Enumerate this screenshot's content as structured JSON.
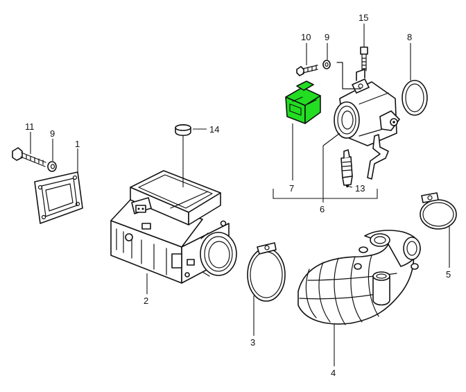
{
  "diagram": {
    "highlight_color": "#22dd22",
    "callouts": [
      {
        "id": "c1",
        "label": "1"
      },
      {
        "id": "c2",
        "label": "2"
      },
      {
        "id": "c3",
        "label": "3"
      },
      {
        "id": "c4",
        "label": "4"
      },
      {
        "id": "c5",
        "label": "5"
      },
      {
        "id": "c6",
        "label": "6"
      },
      {
        "id": "c7",
        "label": "7"
      },
      {
        "id": "c8",
        "label": "8"
      },
      {
        "id": "c9a",
        "label": "9"
      },
      {
        "id": "c9b",
        "label": "9"
      },
      {
        "id": "c10",
        "label": "10"
      },
      {
        "id": "c11",
        "label": "11"
      },
      {
        "id": "c13",
        "label": "13"
      },
      {
        "id": "c14",
        "label": "14"
      },
      {
        "id": "c15",
        "label": "15"
      }
    ]
  }
}
